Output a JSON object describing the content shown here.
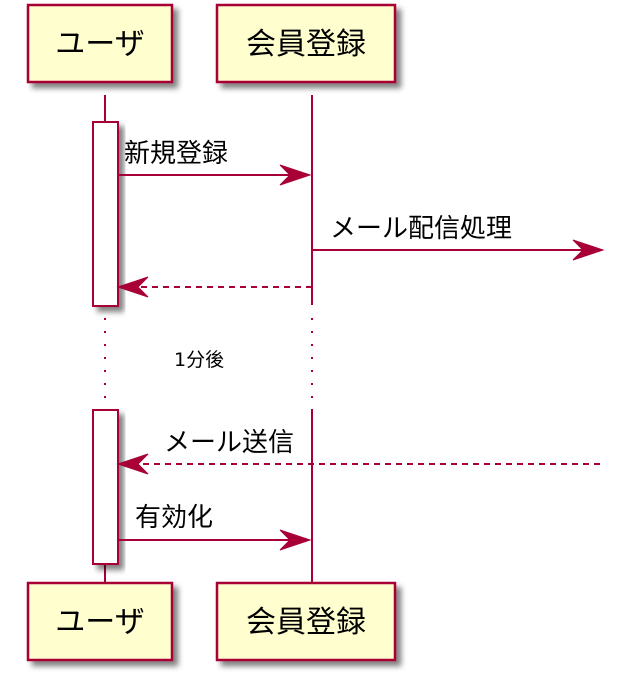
{
  "diagram": {
    "type": "sequence",
    "colors": {
      "border": "#A80036",
      "participant_fill": "#FEFECE",
      "text": "#000000"
    },
    "participants": [
      {
        "id": "user",
        "label": "ユーザ"
      },
      {
        "id": "reg",
        "label": "会員登録"
      }
    ],
    "messages": [
      {
        "from": "user",
        "to": "reg",
        "label": "新規登録",
        "style": "solid"
      },
      {
        "from": "reg",
        "to": "external",
        "label": "メール配信処理",
        "style": "solid"
      },
      {
        "from": "reg",
        "to": "user",
        "label": "",
        "style": "dashed"
      },
      {
        "from": "external",
        "to": "user",
        "label": "メール送信",
        "style": "dashed"
      },
      {
        "from": "user",
        "to": "reg",
        "label": "有効化",
        "style": "solid"
      }
    ],
    "delay": {
      "label": "1分後"
    }
  }
}
